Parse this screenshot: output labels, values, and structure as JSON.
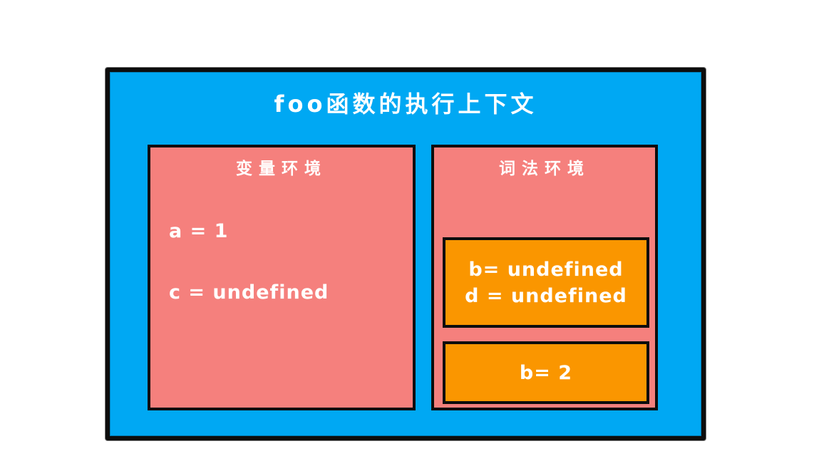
{
  "colors": {
    "page_background": "#ffffff",
    "context_background": "#00A8F3",
    "panel_background": "#F5807D",
    "block_background": "#FA9600",
    "border": "#0d0d0d",
    "text": "#ffffff"
  },
  "context": {
    "title": "foo函数的执行上下文"
  },
  "variable_environment": {
    "title": "变量环境",
    "entries": [
      "a = 1",
      "c = undefined"
    ]
  },
  "lexical_environment": {
    "title": "词法环境",
    "blocks": [
      {
        "lines": [
          "b= undefined",
          "d = undefined"
        ]
      },
      {
        "lines": [
          "b= 2"
        ]
      }
    ]
  }
}
